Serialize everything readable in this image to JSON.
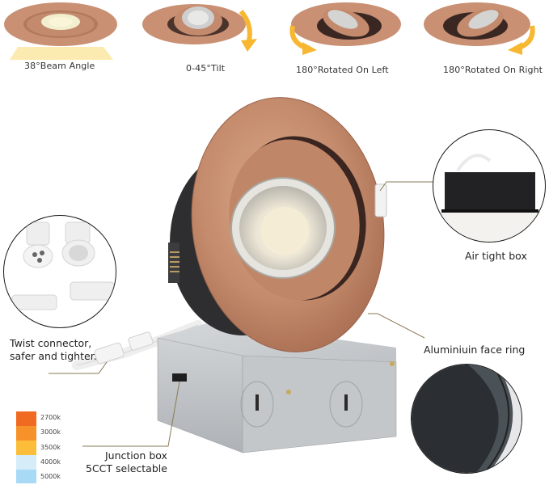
{
  "top_row": {
    "items": [
      {
        "label": "38°Beam Angle"
      },
      {
        "label": "0-45°Tilt"
      },
      {
        "label": "180°Rotated On Left"
      },
      {
        "label": "180°Rotated On Right"
      }
    ]
  },
  "callouts": {
    "air_tight_box": "Air tight box",
    "face_ring": "Aluminiuin face ring",
    "twist_connector_line1": "Twist connector,",
    "twist_connector_line2": "safer and tighter.",
    "junction_box_line1": "Junction box",
    "junction_box_line2": "5CCT selectable"
  },
  "cct_legend": {
    "items": [
      {
        "label": "2700k",
        "color": "#f06a22"
      },
      {
        "label": "3000k",
        "color": "#f7922a"
      },
      {
        "label": "3500k",
        "color": "#fbbd3a"
      },
      {
        "label": "4000k",
        "color": "#d6ecf9"
      },
      {
        "label": "5000k",
        "color": "#a9daf5"
      }
    ]
  },
  "colors": {
    "finish_copper": "#c88f6f",
    "finish_copper_dark": "#a86d52",
    "housing_black": "#2e2e30",
    "arrow_yellow": "#f7b731",
    "leader_line": "#8a7a55"
  }
}
